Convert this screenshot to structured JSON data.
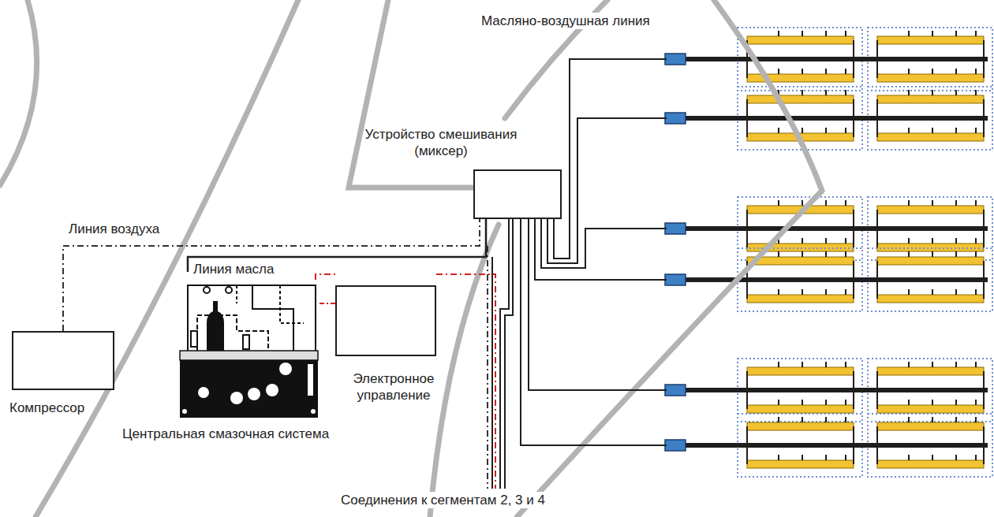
{
  "diagram": {
    "nodes": [
      {
        "text": [
          "Устройство смешивания (миксер)"
        ]
      },
      {
        "text": [
          "Компрессор"
        ]
      },
      {
        "text": [
          "Центральная смазочная система"
        ]
      },
      {
        "text": [
          "Электронное управление"
        ]
      }
    ],
    "edges": [
      {
        "from": 1,
        "to": 0,
        "arrow": "none",
        "label": "Линия воздуха"
      },
      {
        "from": 2,
        "to": 0,
        "arrow": "none",
        "label": "Линия масла"
      },
      {
        "from": 3,
        "to": 2,
        "arrow": "none"
      }
    ],
    "labels": [
      "Масляно-воздушная линия",
      "Соединения к сегментам 2, 3 и 4"
    ]
  }
}
